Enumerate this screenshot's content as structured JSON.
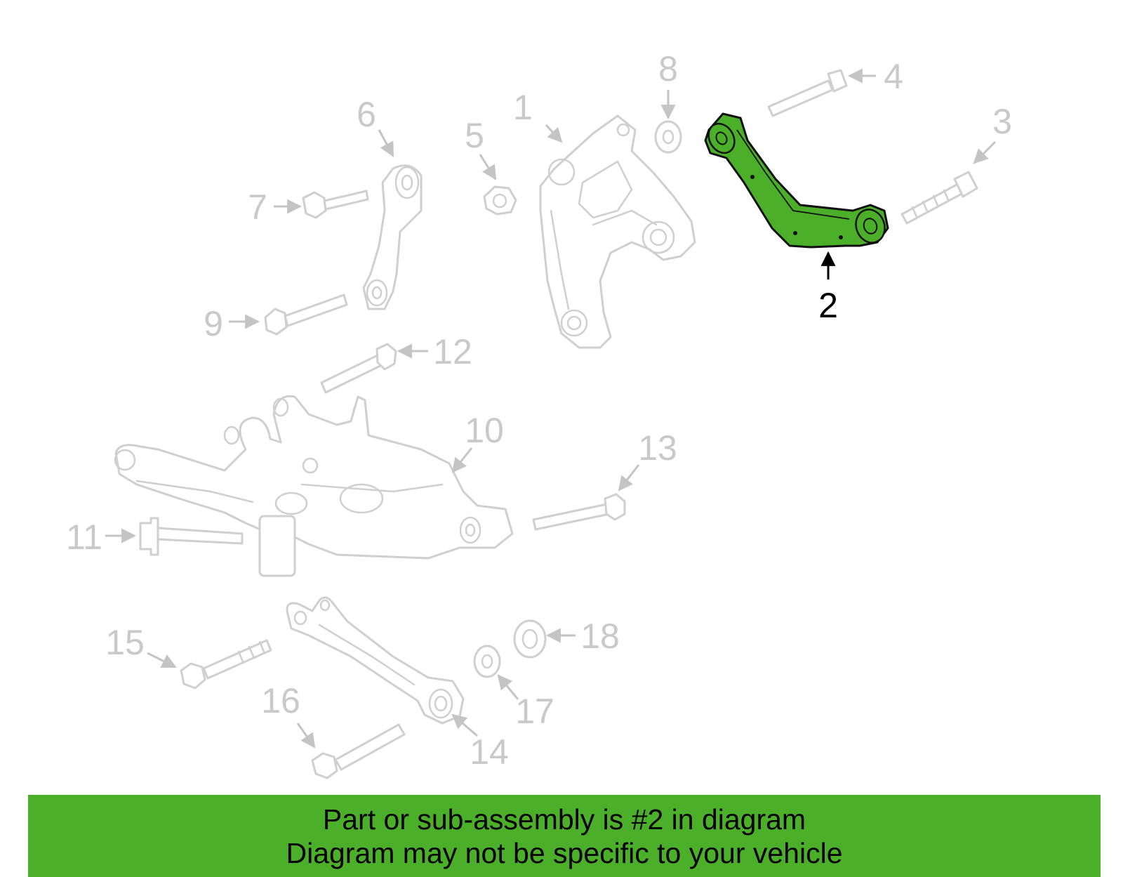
{
  "diagram": {
    "highlight_color": "#4caf2a",
    "line_color": "#cfcfcf",
    "highlighted_part": "2",
    "callouts": {
      "c1": "1",
      "c2": "2",
      "c3": "3",
      "c4": "4",
      "c5": "5",
      "c6": "6",
      "c7": "7",
      "c8": "8",
      "c9": "9",
      "c10": "10",
      "c11": "11",
      "c12": "12",
      "c13": "13",
      "c14": "14",
      "c15": "15",
      "c16": "16",
      "c17": "17",
      "c18": "18"
    }
  },
  "banner": {
    "line1": "Part or sub-assembly is #2 in diagram",
    "line2": "Diagram may not be specific to your vehicle",
    "background": "#4caf2a"
  }
}
